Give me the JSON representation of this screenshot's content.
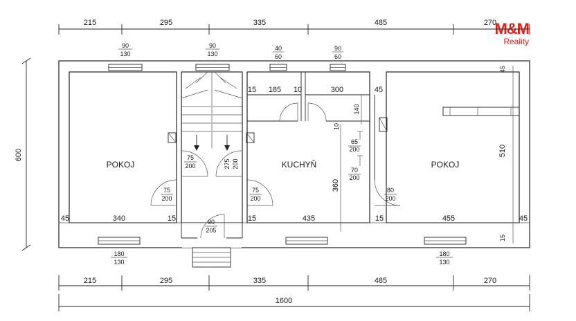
{
  "brand": {
    "name": "M&M",
    "sub": "Reality",
    "color": "#e2231a"
  },
  "dimensions": {
    "top": [
      "215",
      "295",
      "335",
      "485",
      "270"
    ],
    "bottom": [
      "215",
      "295",
      "335",
      "485",
      "270"
    ],
    "total": "1600",
    "height": "600"
  },
  "rooms": {
    "left": "POKOJ",
    "middle": "KUCHYŇ",
    "right": "POKOJ"
  },
  "windows": {
    "top": [
      "90\n130",
      "90\n130",
      "40\n60",
      "90\n60"
    ],
    "bottom": [
      "180\n130",
      "180\n130"
    ]
  },
  "inner_dims": {
    "left_room_width": "340",
    "left_room_wall_l": "45",
    "left_room_wall_r": "15",
    "kitchen_width": "435",
    "kitchen_wall_l": "15",
    "right_room_width": "455",
    "right_room_wall_l": "15",
    "right_room_wall_r": "45",
    "right_wall_top": "45",
    "right_wall_bottom": "15",
    "right_room_depth": "510",
    "kitchen_depth": "360",
    "cupboard_15": "15",
    "cupboard_185": "185",
    "cupboard_10": "10",
    "cupboard_300": "300",
    "cupboard_45": "45",
    "cupboard_140": "140",
    "cupboard_10b": "10"
  },
  "doors": {
    "left": [
      "75",
      "200"
    ],
    "stair_left": [
      "75",
      "200"
    ],
    "stair_right": [
      "275",
      "200"
    ],
    "kitchen_left": [
      "75",
      "200"
    ],
    "entry": [
      "90",
      "205"
    ],
    "kitchen_door_1": [
      "65",
      "200"
    ],
    "kitchen_door_2": [
      "70",
      "200"
    ],
    "right": [
      "80",
      "200"
    ]
  }
}
